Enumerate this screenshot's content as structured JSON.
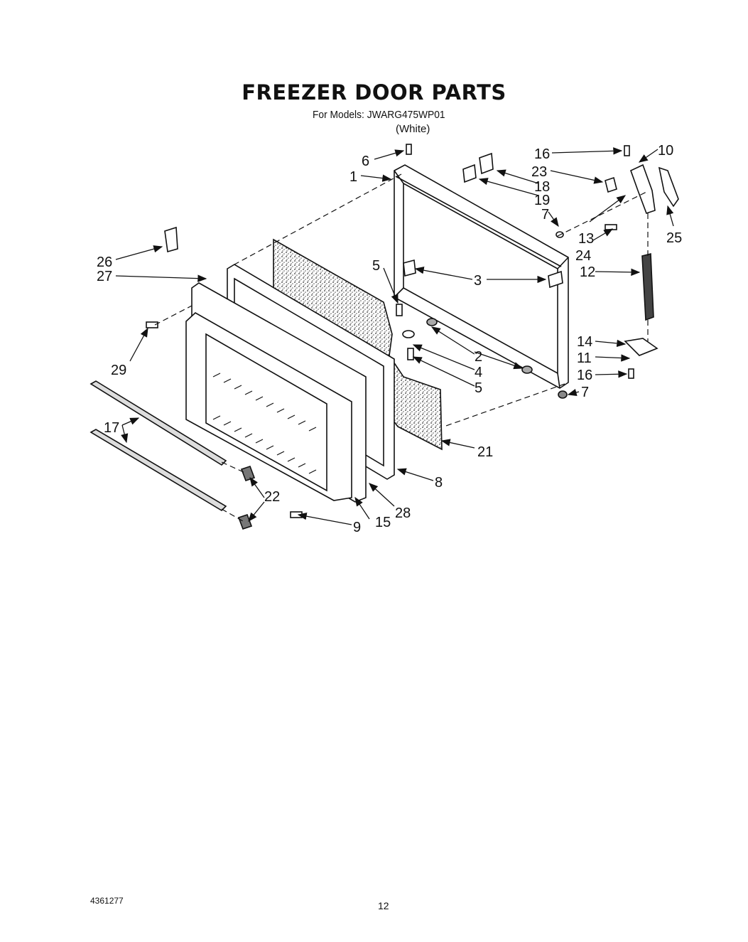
{
  "header": {
    "title": "FREEZER DOOR PARTS",
    "models": "For Models: JWARG475WP01",
    "color": "(White)"
  },
  "footer": {
    "doc_number": "4361277",
    "page_number": "12"
  },
  "callouts": [
    {
      "id": "c6",
      "text": "6"
    },
    {
      "id": "c1",
      "text": "1"
    },
    {
      "id": "c18",
      "text": "18"
    },
    {
      "id": "c19",
      "text": "19"
    },
    {
      "id": "c16a",
      "text": "16"
    },
    {
      "id": "c10",
      "text": "10"
    },
    {
      "id": "c23",
      "text": "23"
    },
    {
      "id": "c7a",
      "text": "7"
    },
    {
      "id": "c13",
      "text": "13"
    },
    {
      "id": "c24",
      "text": "24"
    },
    {
      "id": "c25",
      "text": "25"
    },
    {
      "id": "c26",
      "text": "26"
    },
    {
      "id": "c27",
      "text": "27"
    },
    {
      "id": "c5a",
      "text": "5"
    },
    {
      "id": "c3",
      "text": "3"
    },
    {
      "id": "c12",
      "text": "12"
    },
    {
      "id": "c2",
      "text": "2"
    },
    {
      "id": "c4",
      "text": "4"
    },
    {
      "id": "c5b",
      "text": "5"
    },
    {
      "id": "c14",
      "text": "14"
    },
    {
      "id": "c11",
      "text": "11"
    },
    {
      "id": "c16b",
      "text": "16"
    },
    {
      "id": "c7b",
      "text": "7"
    },
    {
      "id": "c29",
      "text": "29"
    },
    {
      "id": "c17",
      "text": "17"
    },
    {
      "id": "c21",
      "text": "21"
    },
    {
      "id": "c8",
      "text": "8"
    },
    {
      "id": "c22",
      "text": "22"
    },
    {
      "id": "c28",
      "text": "28"
    },
    {
      "id": "c15",
      "text": "15"
    },
    {
      "id": "c9",
      "text": "9"
    }
  ]
}
